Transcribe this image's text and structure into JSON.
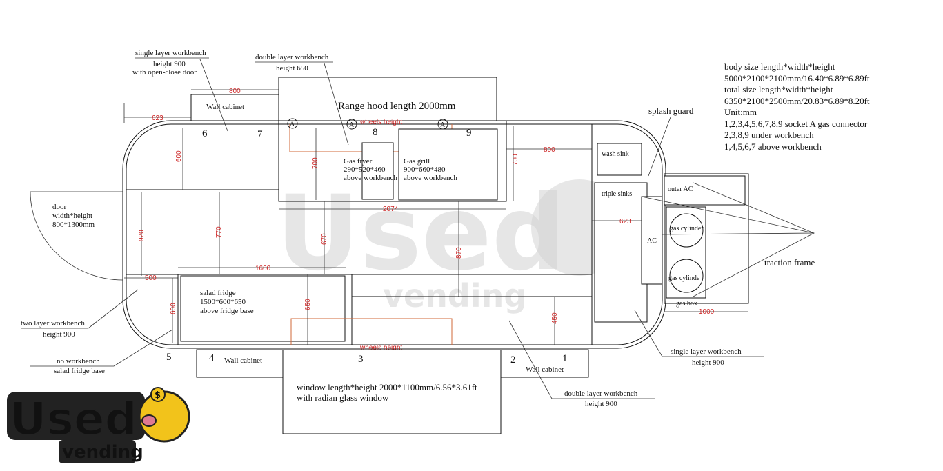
{
  "labels": {
    "single_layer_workbench_top": "single layer workbench",
    "height_900_top": "height 900",
    "open_close_door": "with open-close door",
    "double_layer_workbench_top": "double layer workbench",
    "height_650": "height 650",
    "wall_cabinet_top": "Wall cabinet",
    "range_hood": "Range hood length 2000mm",
    "wheels_height_top": "wheels height",
    "gas_fryer": "Gas fryer",
    "gas_fryer_size": "290*520*460",
    "gas_fryer_pos": "above workbench",
    "gas_grill": "Gas grill",
    "gas_grill_size": "900*660*480",
    "gas_grill_pos": "above workbench",
    "wash_sink": "wash sink",
    "triple_sinks": "triple sinks",
    "outer_ac": "outer AC",
    "ac": "AC",
    "gas_cylinder_1": "gas cylinder",
    "gas_cylinder_2": "gas cylinde",
    "gas_box": "gas box",
    "splash_guard": "splash guard",
    "traction_frame": "traction frame",
    "door": "door",
    "door_size_label": "width*height",
    "door_size": "800*1300mm",
    "salad_fridge": "salad fridge",
    "salad_fridge_size": "1500*600*650",
    "salad_fridge_pos": "above fridge base",
    "wheels_height_bottom": "wheels height",
    "two_layer_workbench": "two layer workbench",
    "height_900_left": "height 900",
    "no_workbench": "no workbench",
    "salad_fridge_base": "salad fridge base",
    "wall_cabinet_bottom_left": "Wall cabinet",
    "wall_cabinet_bottom_right": "Wall cabinet",
    "window_size": "window length*height 2000*1100mm/6.56*3.61ft",
    "window_glass": "with radian glass window",
    "double_layer_workbench_bottom": "double layer workbench",
    "height_900_bottom": "height 900",
    "single_layer_workbench_right": "single layer workbench",
    "height_900_right": "height 900",
    "gas_marker": "A"
  },
  "numbers": {
    "n1": "1",
    "n2": "2",
    "n3": "3",
    "n4": "4",
    "n5": "5",
    "n6": "6",
    "n7": "7",
    "n8": "8",
    "n9": "9"
  },
  "dimensions": {
    "d800_top": "800",
    "d623_top": "623",
    "d600_left": "600",
    "d700_fryer": "700",
    "d2074": "2074",
    "d700_right": "700",
    "d800_right": "800",
    "d920": "920",
    "d770": "770",
    "d670": "670",
    "d870": "870",
    "d1600": "1600",
    "d500": "500",
    "d600_bottom": "600",
    "d650": "650",
    "d450": "450",
    "d623_right": "623",
    "d1000": "1000"
  },
  "specs": [
    "body size length*width*height",
    "5000*2100*2100mm/16.40*6.89*6.89ft",
    "total size length*width*height",
    "6350*2100*2500mm/20.83*6.89*8.20ft",
    "Unit:mm",
    "1,2,3,4,5,6,7,8,9 socket A gas connector",
    "2,3,8,9 under workbench",
    "1,4,5,6,7 above workbench"
  ],
  "watermark": {
    "big": "Used",
    "small": "vending"
  },
  "logo": {
    "big": "Used",
    "small": "vending",
    "symbol": "$"
  },
  "colors": {
    "line": "#111111",
    "dimension": "#cc2222",
    "wheel_line": "#d2693a",
    "logo_yellow": "#f2c31b",
    "logo_dark": "#222222"
  }
}
